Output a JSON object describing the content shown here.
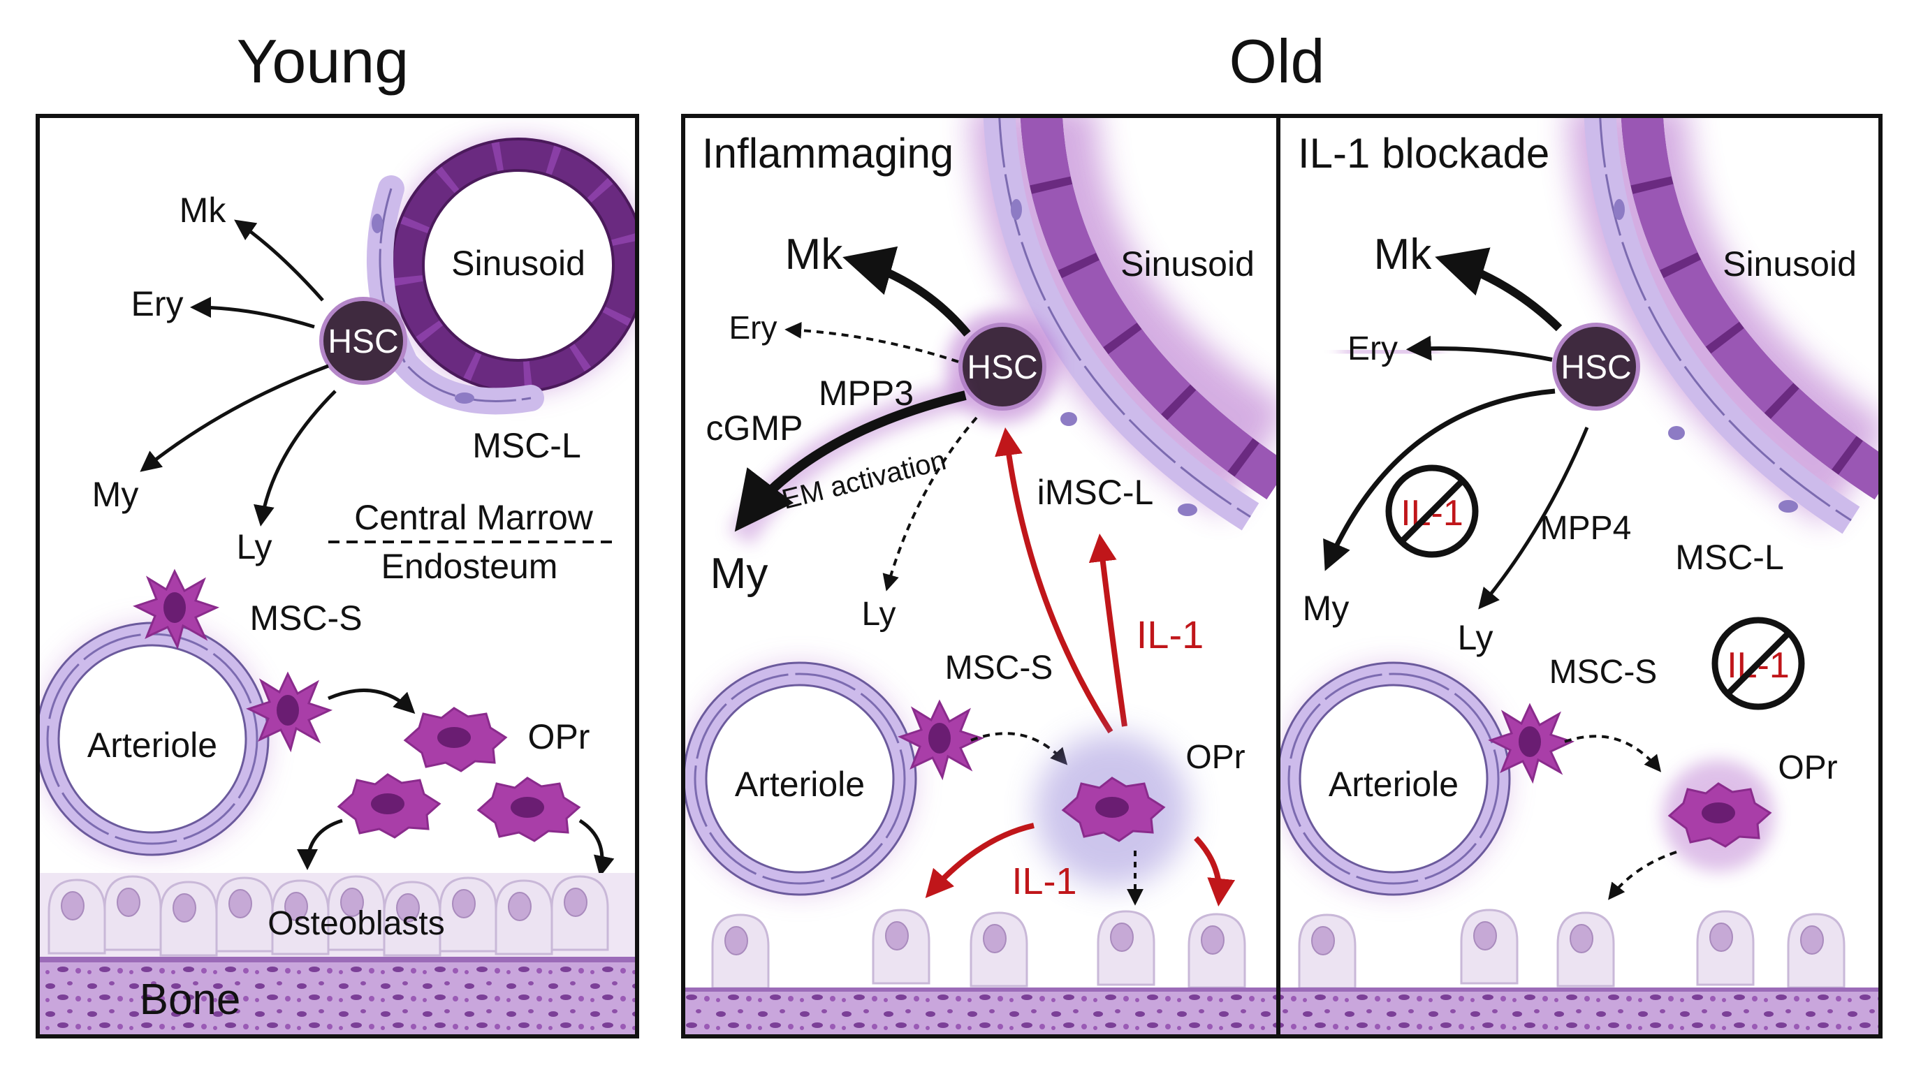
{
  "headers": {
    "young": "Young",
    "old": "Old"
  },
  "panel_young": {
    "labels": {
      "mk": "Mk",
      "ery": "Ery",
      "my": "My",
      "ly": "Ly",
      "hsc": "HSC",
      "sinusoid": "Sinusoid",
      "msc_l": "MSC-L",
      "central_marrow": "Central Marrow",
      "endosteum": "Endosteum",
      "msc_s": "MSC-S",
      "arteriole": "Arteriole",
      "opr": "OPr",
      "osteoblasts": "Osteoblasts",
      "bone": "Bone"
    }
  },
  "panel_inflammaging": {
    "title": "Inflammaging",
    "labels": {
      "mk": "Mk",
      "ery": "Ery",
      "hsc": "HSC",
      "sinusoid": "Sinusoid",
      "mpp3": "MPP3",
      "cgmp": "cGMP",
      "em_activation": "EM activation",
      "my": "My",
      "ly": "Ly",
      "imsc_l": "iMSC-L",
      "il1_a": "IL-1",
      "msc_s": "MSC-S",
      "arteriole": "Arteriole",
      "opr": "OPr",
      "il1_b": "IL-1"
    }
  },
  "panel_blockade": {
    "title": "IL-1 blockade",
    "labels": {
      "mk": "Mk",
      "ery": "Ery",
      "hsc": "HSC",
      "sinusoid": "Sinusoid",
      "il1_no_a": "IL-1",
      "mpp4": "MPP4",
      "msc_l": "MSC-L",
      "my": "My",
      "ly": "Ly",
      "il1_no_b": "IL-1",
      "msc_s": "MSC-S",
      "arteriole": "Arteriole",
      "opr": "OPr"
    }
  },
  "colors": {
    "purple_dark": "#6a2a80",
    "purple_mid": "#9a57b4",
    "purple_light": "#cdbbeb",
    "magenta": "#a4379f",
    "red": "#c0161a",
    "hsc": "#3f2a3f"
  }
}
